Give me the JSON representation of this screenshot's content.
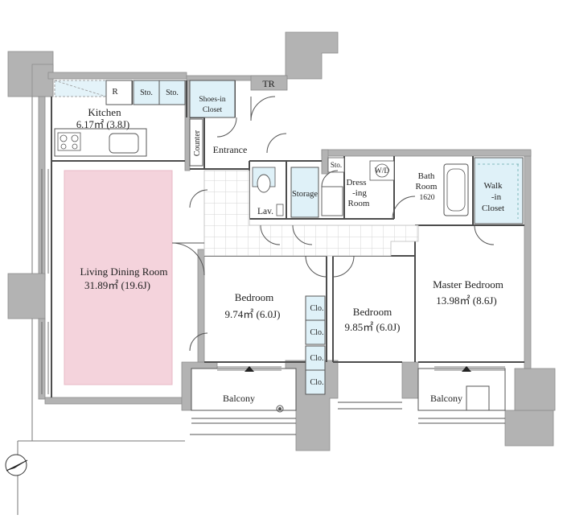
{
  "colors": {
    "wall": "#b3b3b3",
    "wall_dark": "#9e9e9e",
    "living_fill": "#f4d3dc",
    "storage_fill": "#dff1f8",
    "tile_line": "#d6d6d6",
    "line": "#555555"
  },
  "rooms": {
    "kitchen": {
      "name": "Kitchen",
      "area": "6.17㎡ (3.8J)"
    },
    "living": {
      "name": "Living Dining Room",
      "area": "31.89㎡ (19.6J)"
    },
    "bedroom1": {
      "name": "Bedroom",
      "area": "9.74㎡ (6.0J)"
    },
    "bedroom2": {
      "name": "Bedroom",
      "area": "9.85㎡ (6.0J)"
    },
    "master": {
      "name": "Master Bedroom",
      "area": "13.98㎡ (8.6J)"
    },
    "balcony_left": "Balcony",
    "balcony_right": "Balcony",
    "entrance": "Entrance",
    "counter": "Counter",
    "lav": "Lav.",
    "storage": "Storage",
    "dressing": [
      "Dress",
      "-ing",
      "Room"
    ],
    "bath": [
      "Bath",
      "Room",
      "1620"
    ],
    "walkin": [
      "Walk",
      "-in",
      "Closet"
    ],
    "shoes": [
      "Shoes-in",
      "Closet"
    ],
    "tr": "TR",
    "r": "R",
    "sto1": "Sto.",
    "sto2": "Sto.",
    "sto3": "Sto.",
    "wd": "W/D",
    "clo1": "Clo.",
    "clo2": "Clo.",
    "clo3": "Clo.",
    "clo4": "Clo."
  },
  "compass_icon": "north-arrow-icon"
}
